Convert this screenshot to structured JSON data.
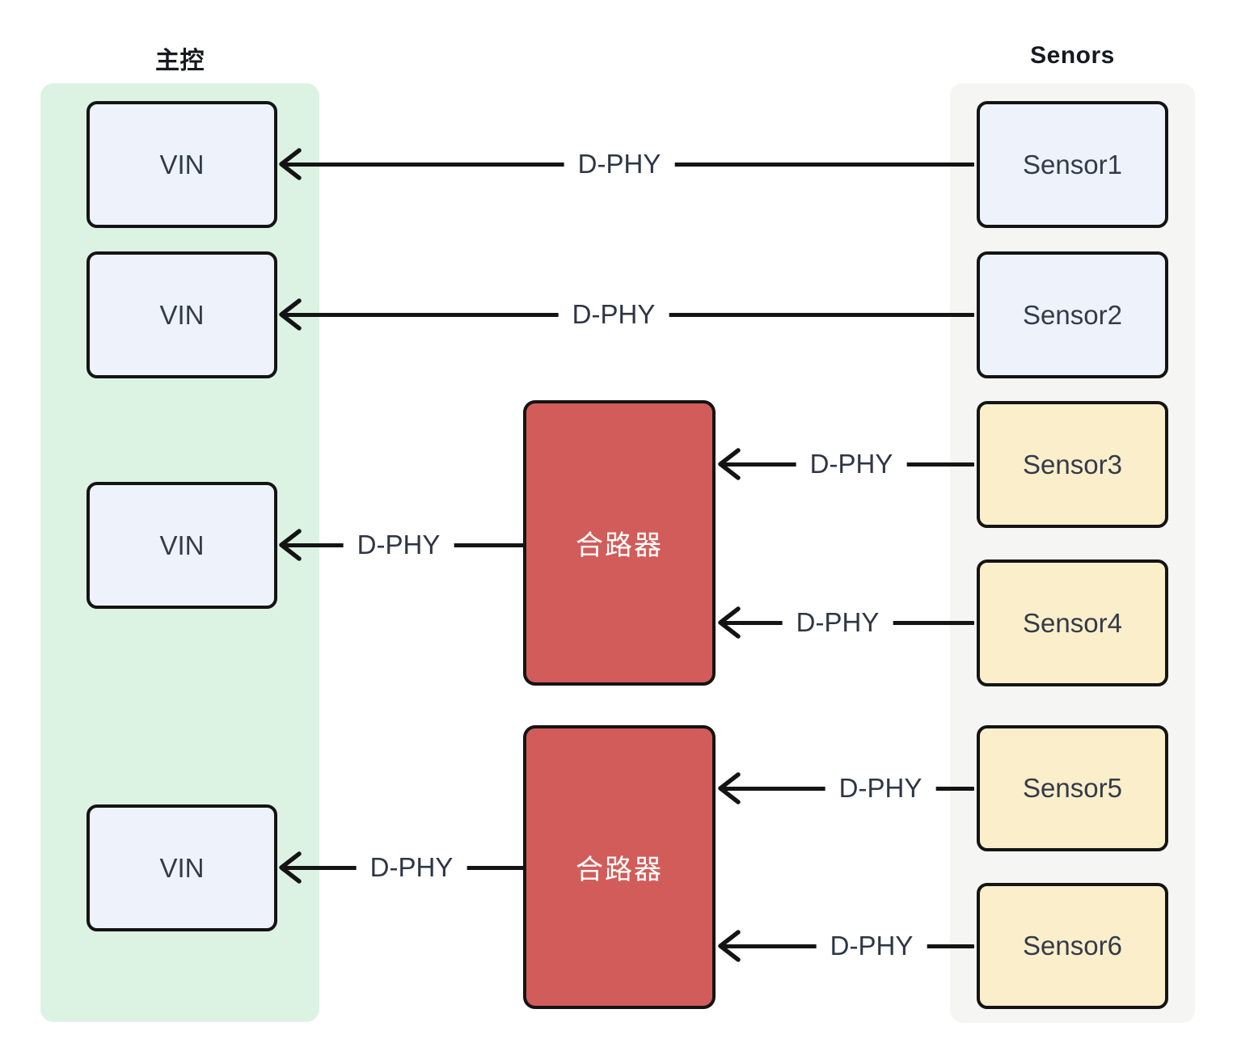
{
  "groups": {
    "master": {
      "title": "主控"
    },
    "sensors": {
      "title": "Senors"
    }
  },
  "nodes": {
    "vins": [
      {
        "label": "VIN"
      },
      {
        "label": "VIN"
      },
      {
        "label": "VIN"
      },
      {
        "label": "VIN"
      }
    ],
    "sensors": [
      {
        "label": "Sensor1"
      },
      {
        "label": "Sensor2"
      },
      {
        "label": "Sensor3"
      },
      {
        "label": "Sensor4"
      },
      {
        "label": "Sensor5"
      },
      {
        "label": "Sensor6"
      }
    ],
    "combiners": [
      {
        "label": "合路器"
      },
      {
        "label": "合路器"
      }
    ]
  },
  "links": [
    {
      "from": "Sensor1",
      "to": "VIN1",
      "label": "D-PHY"
    },
    {
      "from": "Sensor2",
      "to": "VIN2",
      "label": "D-PHY"
    },
    {
      "from": "Sensor3",
      "to": "Combiner1",
      "label": "D-PHY"
    },
    {
      "from": "Sensor4",
      "to": "Combiner1",
      "label": "D-PHY"
    },
    {
      "from": "Combiner1",
      "to": "VIN3",
      "label": "D-PHY"
    },
    {
      "from": "Sensor5",
      "to": "Combiner2",
      "label": "D-PHY"
    },
    {
      "from": "Sensor6",
      "to": "Combiner2",
      "label": "D-PHY"
    },
    {
      "from": "Combiner2",
      "to": "VIN4",
      "label": "D-PHY"
    }
  ],
  "colors": {
    "page_bg": "#ffffff",
    "master_bg": "#dcf3e3",
    "sensors_bg": "#f5f5f4",
    "node_blue": "#eef2fb",
    "node_yellow": "#fbeeca",
    "combiner_red": "#d15c59",
    "combiner_text": "#ffffff",
    "ink": "#141414",
    "node_text": "#333b49",
    "label_text": "#2e3644",
    "title_text": "#16191f"
  }
}
